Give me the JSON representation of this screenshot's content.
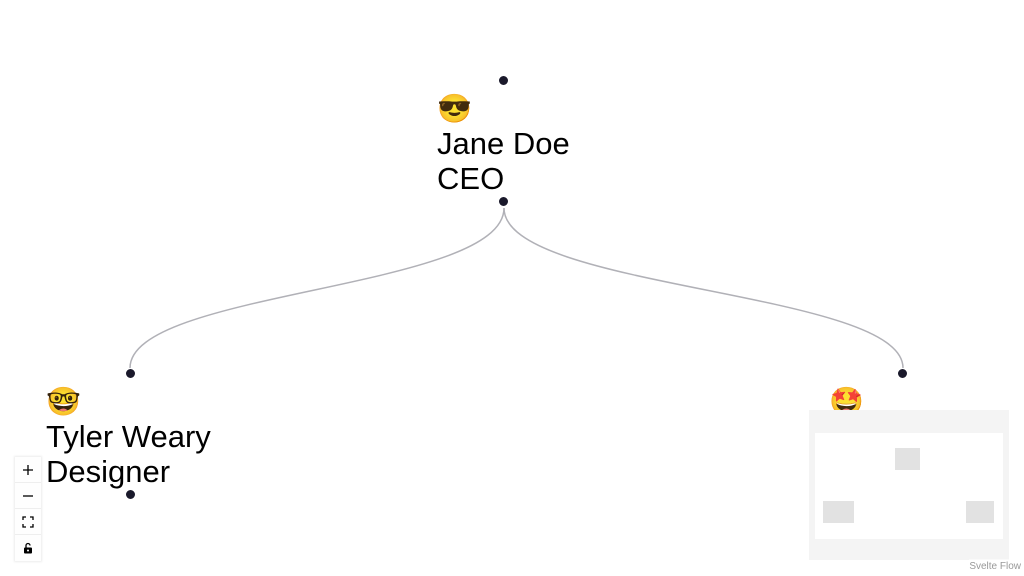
{
  "nodes": [
    {
      "emoji": "😎",
      "name": "Jane Doe",
      "role": "CEO"
    },
    {
      "emoji": "🤓",
      "name": "Tyler Weary",
      "role": "Designer"
    },
    {
      "emoji": "🤩",
      "name": "",
      "role": ""
    }
  ],
  "controls": {
    "zoom_in_icon": "plus-icon",
    "zoom_out_icon": "minus-icon",
    "fit_view_icon": "fit-view-icon",
    "lock_icon": "unlock-icon"
  },
  "attribution": "Svelte Flow",
  "colors": {
    "edge": "#b1b1b7",
    "handle": "#1a192b",
    "minimap_bg": "#f4f4f4",
    "minimap_node": "#e2e2e2"
  }
}
